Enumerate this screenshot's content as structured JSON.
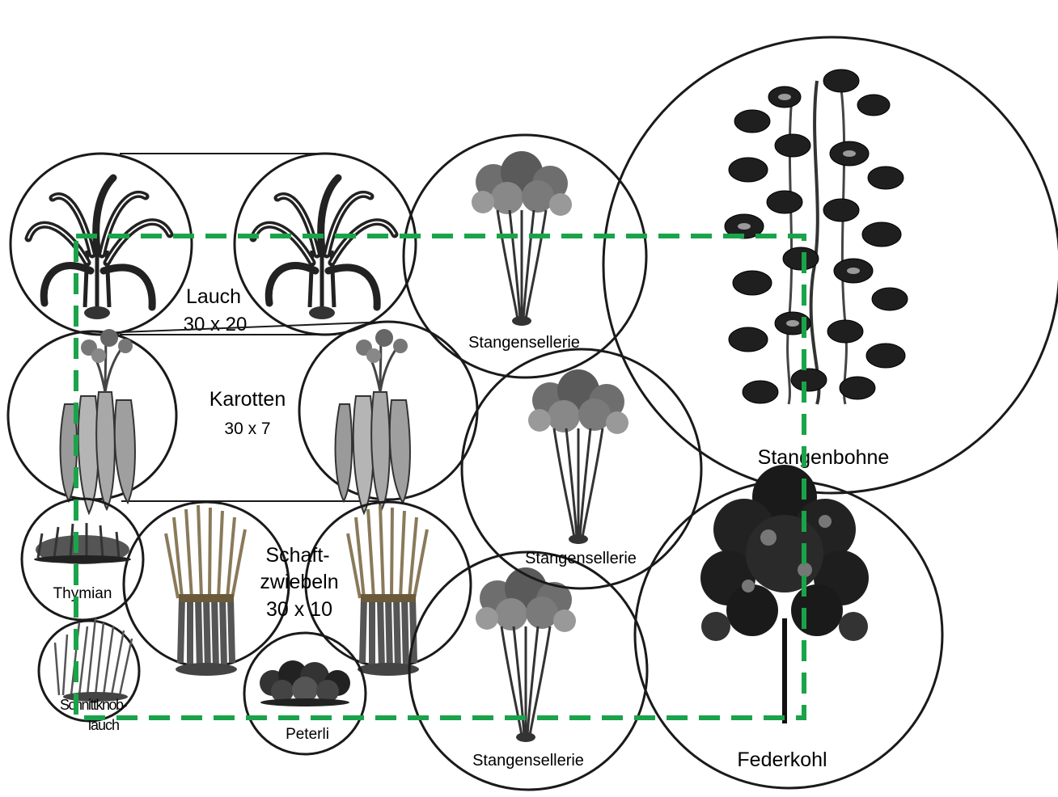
{
  "plants": {
    "lauch": {
      "name": "Lauch",
      "size": "30 x 20"
    },
    "karotten": {
      "name": "Karotten",
      "size": "30 x 7"
    },
    "schaftzwiebeln": {
      "line1": "Schaft-",
      "line2": "zwiebeln",
      "size": "30 x 10"
    },
    "thymian": {
      "name": "Thymian"
    },
    "schnittknoblauch": {
      "line1": "Schnittknob-",
      "line2": "lauch"
    },
    "peterli": {
      "name": "Peterli"
    },
    "stangensellerie_top": {
      "name": "Stangensellerie"
    },
    "stangensellerie_middle": {
      "name": "Stangensellerie"
    },
    "stangensellerie_bottom": {
      "name": "Stangensellerie"
    },
    "stangenbohne": {
      "name": "Stangenbohne"
    },
    "federkohl": {
      "name": "Federkohl"
    }
  },
  "bed_outline": {
    "color": "#1aa34a",
    "style": "dashed"
  },
  "icons": [
    "leek-icon",
    "carrot-icon",
    "scallion-bundle-icon",
    "thyme-icon",
    "chive-icon",
    "parsley-icon",
    "celery-icon",
    "pole-bean-icon",
    "kale-icon"
  ]
}
